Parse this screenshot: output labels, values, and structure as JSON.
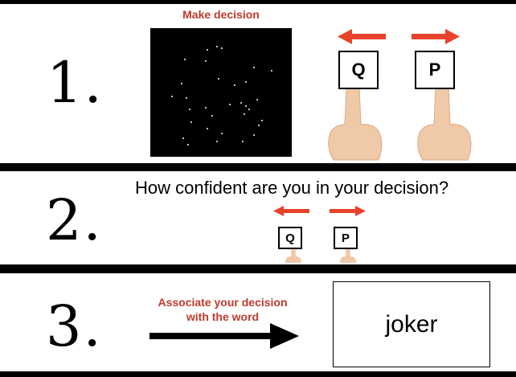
{
  "steps": [
    {
      "number": "1.",
      "title": "Make decision",
      "keys": [
        "Q",
        "P"
      ]
    },
    {
      "number": "2.",
      "question": "How confident are you in your decision?",
      "keys": [
        "Q",
        "P"
      ]
    },
    {
      "number": "3.",
      "instruction_line1": "Associate your decision",
      "instruction_line2": "with the word",
      "word": "joker"
    }
  ],
  "colors": {
    "accent_red": "#c0392b",
    "arrow_red": "#e8432a",
    "frame": "#000000",
    "skin": "#f0c9a8"
  },
  "icons": [
    "left-arrow-icon",
    "right-arrow-icon",
    "pointing-finger-icon",
    "black-arrow-icon"
  ]
}
